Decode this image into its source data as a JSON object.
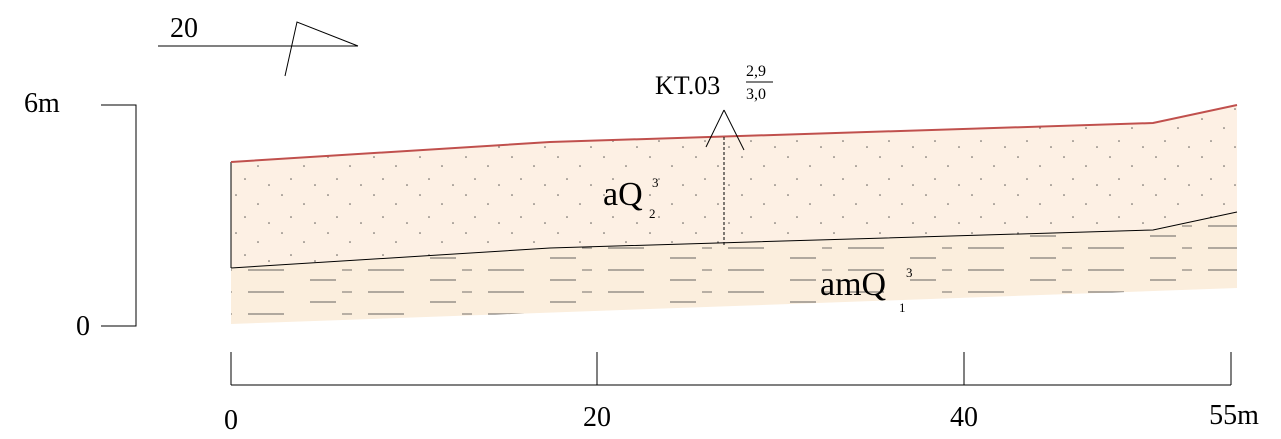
{
  "orientation": {
    "label": "20"
  },
  "vertical_scale": {
    "top_label": "6m",
    "bottom_label": "0"
  },
  "borehole": {
    "name": "KT.03",
    "fraction_top": "2,9",
    "fraction_bottom": "3,0"
  },
  "layers": [
    {
      "code": "aQ",
      "sup": "3",
      "sub": "2",
      "fill": "#fdf0e4"
    },
    {
      "code": "amQ",
      "sup": "3",
      "sub": "1",
      "fill": "#fbeedd"
    }
  ],
  "horizontal_scale": {
    "ticks": [
      {
        "value": 0,
        "label": "0"
      },
      {
        "value": 20,
        "label": "20"
      },
      {
        "value": 40,
        "label": "40"
      },
      {
        "value": 55,
        "label": "55m"
      }
    ]
  },
  "colors": {
    "ground_surface": "#c0504d",
    "lines": "#000000"
  }
}
